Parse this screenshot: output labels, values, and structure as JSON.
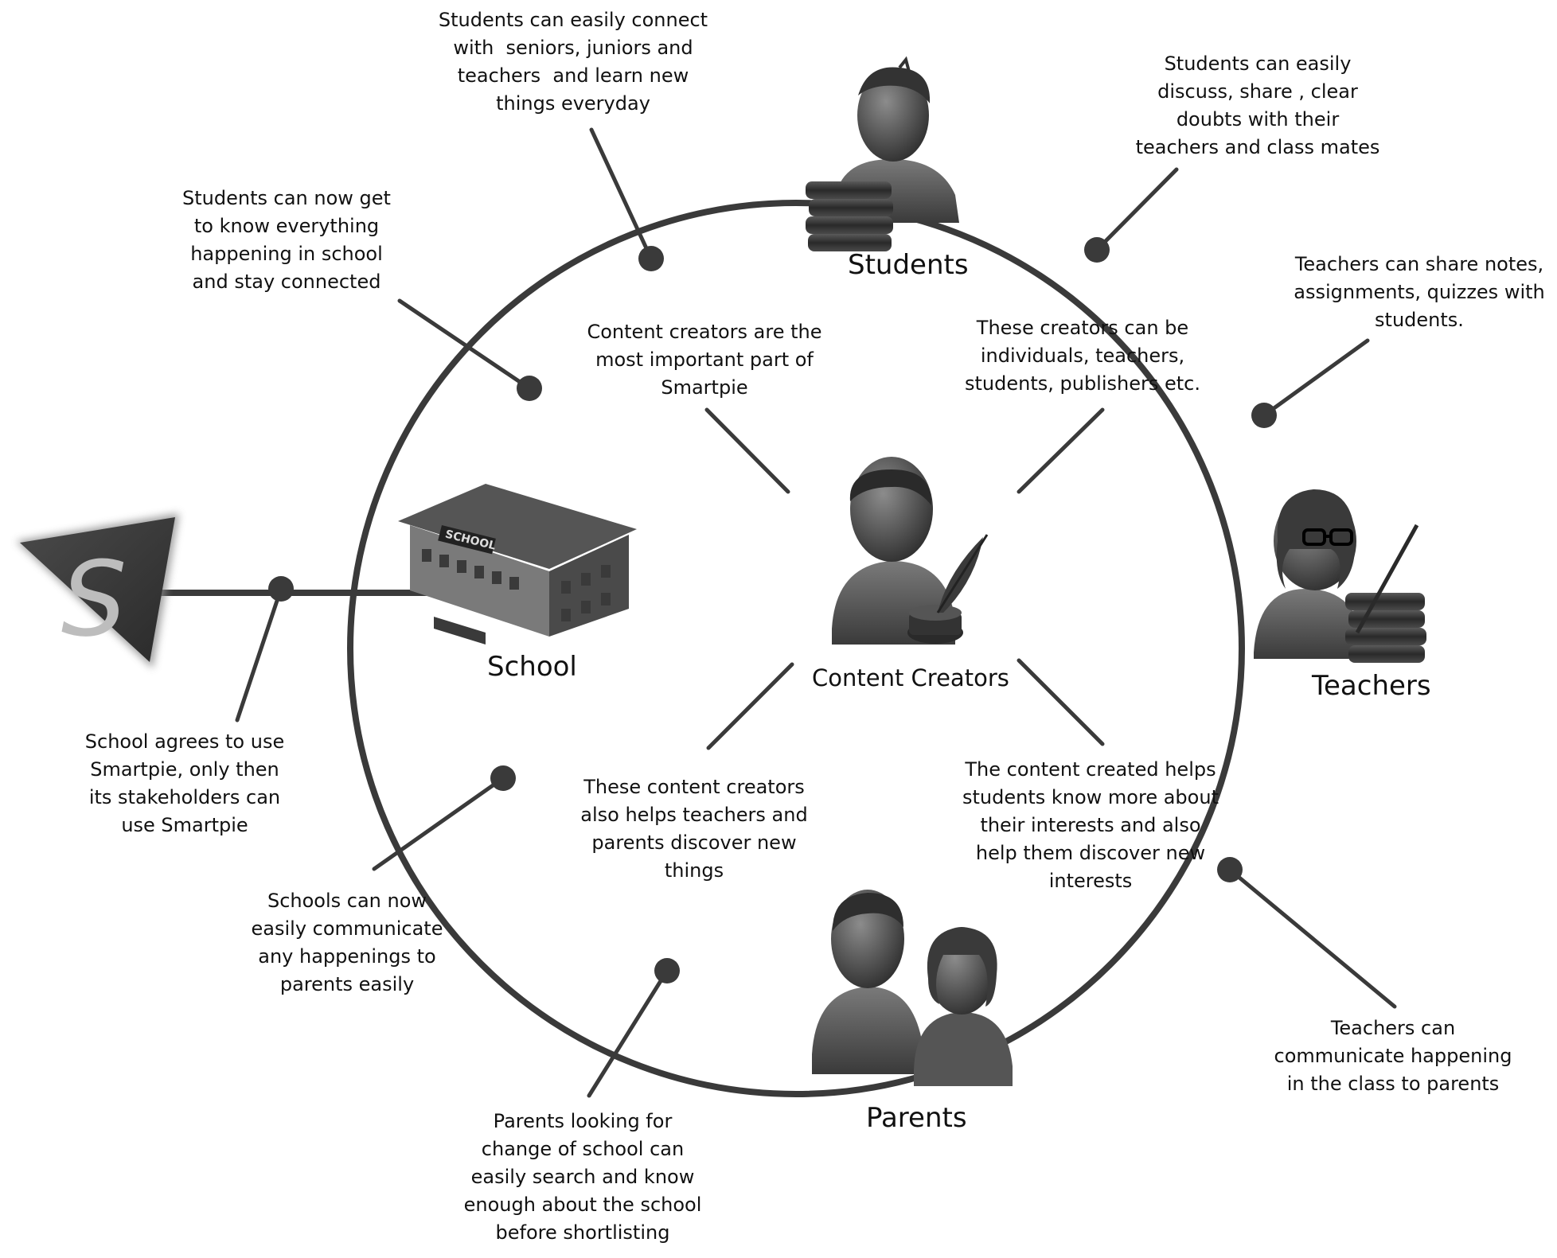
{
  "diagram": {
    "nodes": {
      "students": "Students",
      "teachers": "Teachers",
      "parents": "Parents",
      "school": "School",
      "content_creators": "Content Creators"
    },
    "outer_notes": {
      "students_connect": "Students can easily connect\nwith  seniors, juniors and\nteachers  and learn new\nthings everyday",
      "students_discuss": "Students can easily\ndiscuss, share , clear\ndoubts with their\nteachers and class mates",
      "students_know": "Students can now get\nto know everything\nhappening in school\nand stay connected",
      "teachers_share": "Teachers can share notes,\nassignments, quizzes with\nstudents.",
      "school_agrees": "School agrees to use\nSmartpie, only then\nits stakeholders can\nuse Smartpie",
      "schools_communicate": "Schools can now\neasily communicate\nany happenings to\nparents easily",
      "parents_search": "Parents looking for\nchange of school can\neasily search and know\nenough about the school\nbefore shortlisting",
      "teachers_communicate": "Teachers can\ncommunicate happening\nin the class to parents"
    },
    "inner_notes": {
      "most_important": "Content creators are the\nmost important part of\nSmartpie",
      "creators_can_be": "These creators can be\nindividuals, teachers,\nstudents, publishers etc.",
      "helps_teachers": "These content creators\nalso helps teachers and\nparents discover new\nthings",
      "helps_students": "The content created helps\nstudents know more about\ntheir interests and also\nhelp them discover new\ninterests"
    },
    "logo": {
      "letter": "S"
    }
  },
  "colors": {
    "ring": "#3a3a3a",
    "dot": "#3a3a3a",
    "icon_dark": "#4a4a4a",
    "icon_mid": "#6e6e6e",
    "icon_light": "#9a9a9a"
  }
}
